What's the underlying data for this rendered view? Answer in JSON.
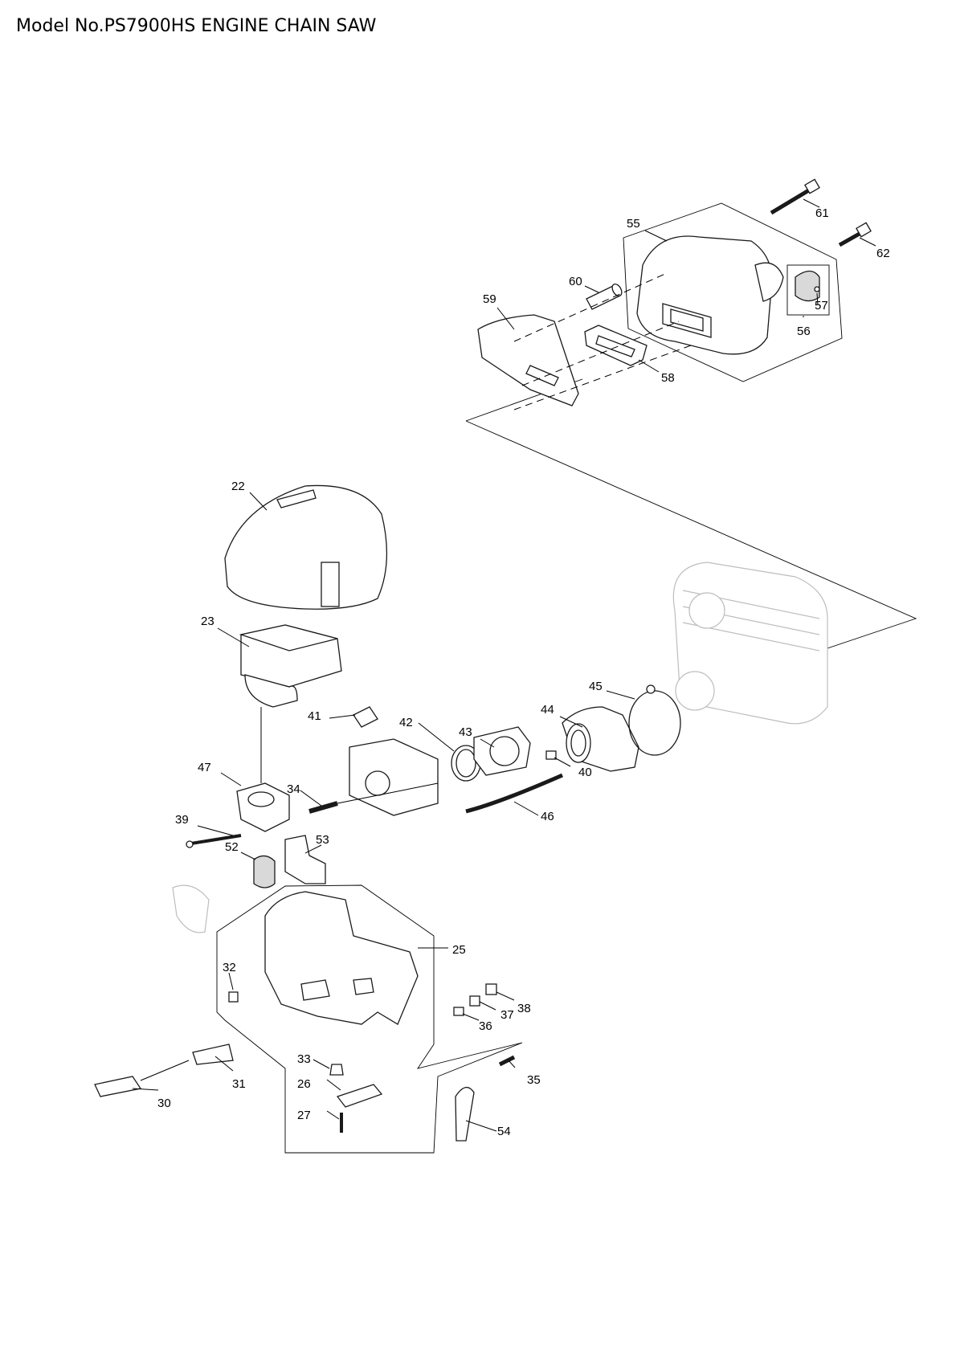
{
  "page": {
    "title": "Model No.PS7900HS ENGINE CHAIN SAW"
  },
  "callouts": [
    {
      "id": "p22",
      "label": "22"
    },
    {
      "id": "p23",
      "label": "23"
    },
    {
      "id": "p25",
      "label": "25"
    },
    {
      "id": "p26",
      "label": "26"
    },
    {
      "id": "p27",
      "label": "27"
    },
    {
      "id": "p30",
      "label": "30"
    },
    {
      "id": "p31",
      "label": "31"
    },
    {
      "id": "p32",
      "label": "32"
    },
    {
      "id": "p33",
      "label": "33"
    },
    {
      "id": "p34",
      "label": "34"
    },
    {
      "id": "p35",
      "label": "35"
    },
    {
      "id": "p36",
      "label": "36"
    },
    {
      "id": "p37",
      "label": "37"
    },
    {
      "id": "p38",
      "label": "38"
    },
    {
      "id": "p39",
      "label": "39"
    },
    {
      "id": "p40",
      "label": "40"
    },
    {
      "id": "p41",
      "label": "41"
    },
    {
      "id": "p42",
      "label": "42"
    },
    {
      "id": "p43",
      "label": "43"
    },
    {
      "id": "p44",
      "label": "44"
    },
    {
      "id": "p45",
      "label": "45"
    },
    {
      "id": "p46",
      "label": "46"
    },
    {
      "id": "p47",
      "label": "47"
    },
    {
      "id": "p52",
      "label": "52"
    },
    {
      "id": "p53",
      "label": "53"
    },
    {
      "id": "p54",
      "label": "54"
    },
    {
      "id": "p55",
      "label": "55"
    },
    {
      "id": "p56",
      "label": "56"
    },
    {
      "id": "p57",
      "label": "57"
    },
    {
      "id": "p58",
      "label": "58"
    },
    {
      "id": "p59",
      "label": "59"
    },
    {
      "id": "p60",
      "label": "60"
    },
    {
      "id": "p61",
      "label": "61"
    },
    {
      "id": "p62",
      "label": "62"
    }
  ]
}
